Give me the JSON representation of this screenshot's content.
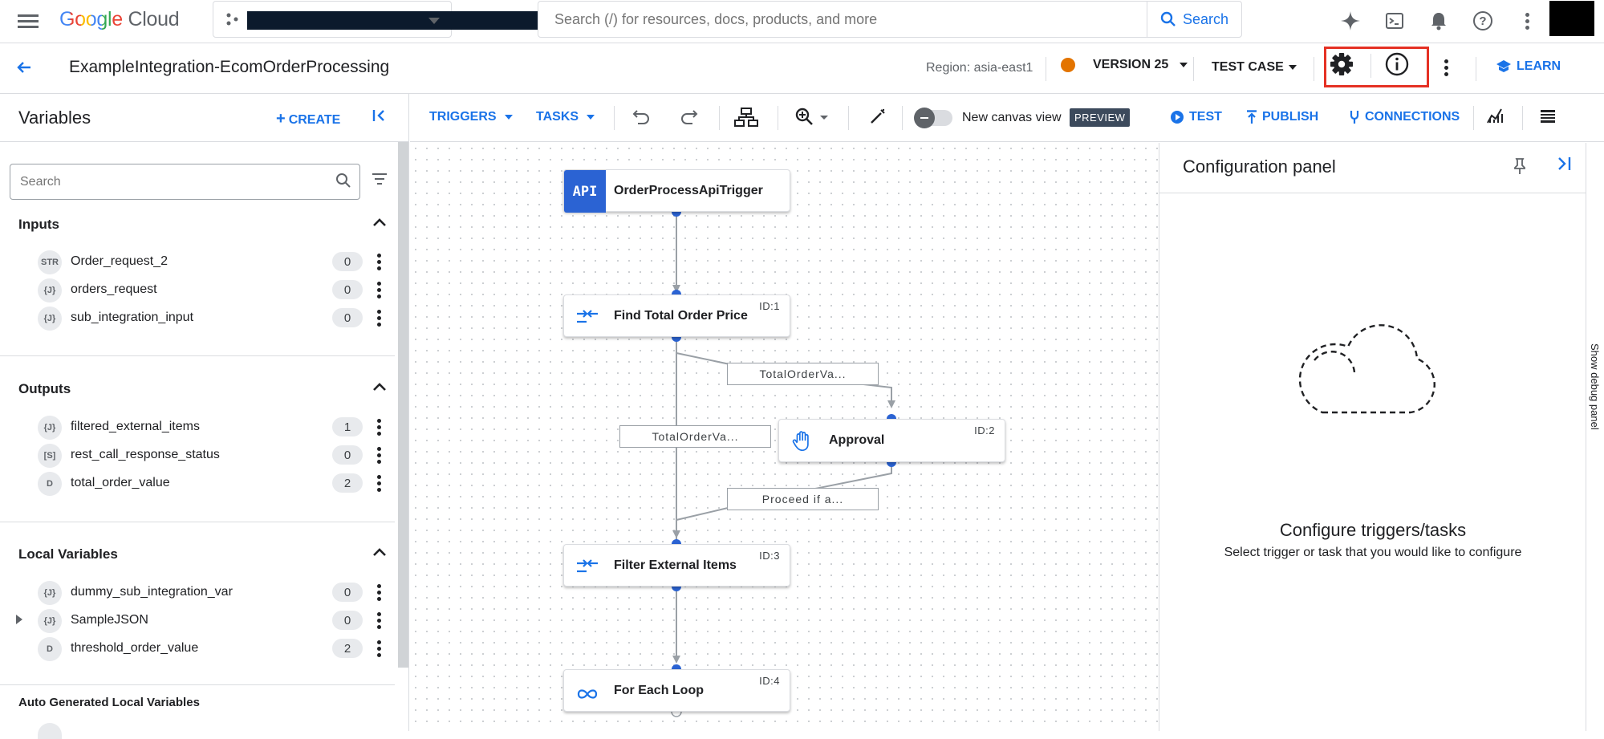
{
  "topbar": {
    "logo_google": "Google",
    "logo_cloud": "Cloud",
    "search_placeholder": "Search (/) for resources, docs, products, and more",
    "search_button": "Search"
  },
  "header": {
    "title": "ExampleIntegration-EcomOrderProcessing",
    "region": "Region: asia-east1",
    "version": "VERSION 25",
    "test_case": "TEST CASE",
    "learn": "LEARN"
  },
  "variables": {
    "title": "Variables",
    "create": "CREATE",
    "search_placeholder": "Search",
    "sections": [
      {
        "title": "Inputs",
        "items": [
          {
            "type": "STR",
            "name": "Order_request_2",
            "count": "0"
          },
          {
            "type": "{J}",
            "name": "orders_request",
            "count": "0"
          },
          {
            "type": "{J}",
            "name": "sub_integration_input",
            "count": "0"
          }
        ]
      },
      {
        "title": "Outputs",
        "items": [
          {
            "type": "{J}",
            "name": "filtered_external_items",
            "count": "1"
          },
          {
            "type": "[S]",
            "name": "rest_call_response_status",
            "count": "0"
          },
          {
            "type": "D",
            "name": "total_order_value",
            "count": "2"
          }
        ]
      },
      {
        "title": "Local Variables",
        "items": [
          {
            "type": "{J}",
            "name": "dummy_sub_integration_var",
            "count": "0"
          },
          {
            "type": "{J}",
            "name": "SampleJSON",
            "count": "0"
          },
          {
            "type": "D",
            "name": "threshold_order_value",
            "count": "2"
          }
        ]
      },
      {
        "title": "Auto Generated Local Variables",
        "items": []
      }
    ]
  },
  "toolbar": {
    "triggers": "TRIGGERS",
    "tasks": "TASKS",
    "canvas_view": "New canvas view",
    "preview": "PREVIEW",
    "test": "TEST",
    "publish": "PUBLISH",
    "connections": "CONNECTIONS"
  },
  "canvas": {
    "trigger": {
      "icon_text": "API",
      "label": "OrderProcessApiTrigger"
    },
    "nodes": [
      {
        "label": "Find Total Order Price",
        "id": "ID:1"
      },
      {
        "label": "Approval",
        "id": "ID:2"
      },
      {
        "label": "Filter External Items",
        "id": "ID:3"
      },
      {
        "label": "For Each Loop",
        "id": "ID:4"
      }
    ],
    "edge_labels": [
      "TotalOrderVa...",
      "TotalOrderVa...",
      "Proceed if a..."
    ]
  },
  "config": {
    "title": "Configuration panel",
    "empty_title": "Configure triggers/tasks",
    "empty_subtitle": "Select trigger or task that you would like to configure"
  },
  "debug": {
    "label": "Show debug panel"
  },
  "colors": {
    "accent": "#1a73e8",
    "version_dot": "#e37400",
    "highlight": "#e53124",
    "api_icon": "#2b63d3"
  }
}
